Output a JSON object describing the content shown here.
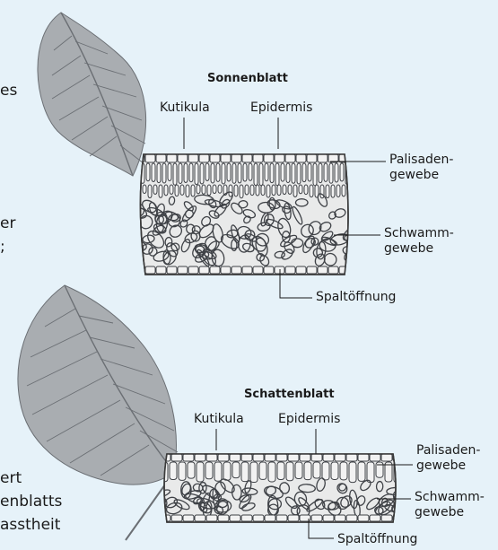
{
  "sun_leaf": {
    "title": "Sonnenblatt",
    "labels": {
      "cuticle": "Kutikula",
      "epidermis": "Epidermis",
      "palisade_line1": "Palisaden-",
      "palisade_line2": "gewebe",
      "spongy_line1": "Schwamm-",
      "spongy_line2": "gewebe",
      "stoma": "Spaltöffnung"
    }
  },
  "shade_leaf": {
    "title": "Schattenblatt",
    "labels": {
      "cuticle": "Kutikula",
      "epidermis": "Epidermis",
      "palisade_line1": "Palisaden-",
      "palisade_line2": "gewebe",
      "spongy_line1": "Schwamm-",
      "spongy_line2": "gewebe",
      "stoma": "Spaltöffnung"
    }
  },
  "cut_text": {
    "line1": "es",
    "line2": "er",
    "line3": ";",
    "line4": "ert",
    "line5": "enblatts",
    "line6": "asstheit"
  },
  "colors": {
    "background": "#e6f2f9",
    "leaf": "#a9adb1",
    "tissue": "#e9eaea",
    "cells": "#8f9296",
    "outline": "#3a3a3a"
  }
}
